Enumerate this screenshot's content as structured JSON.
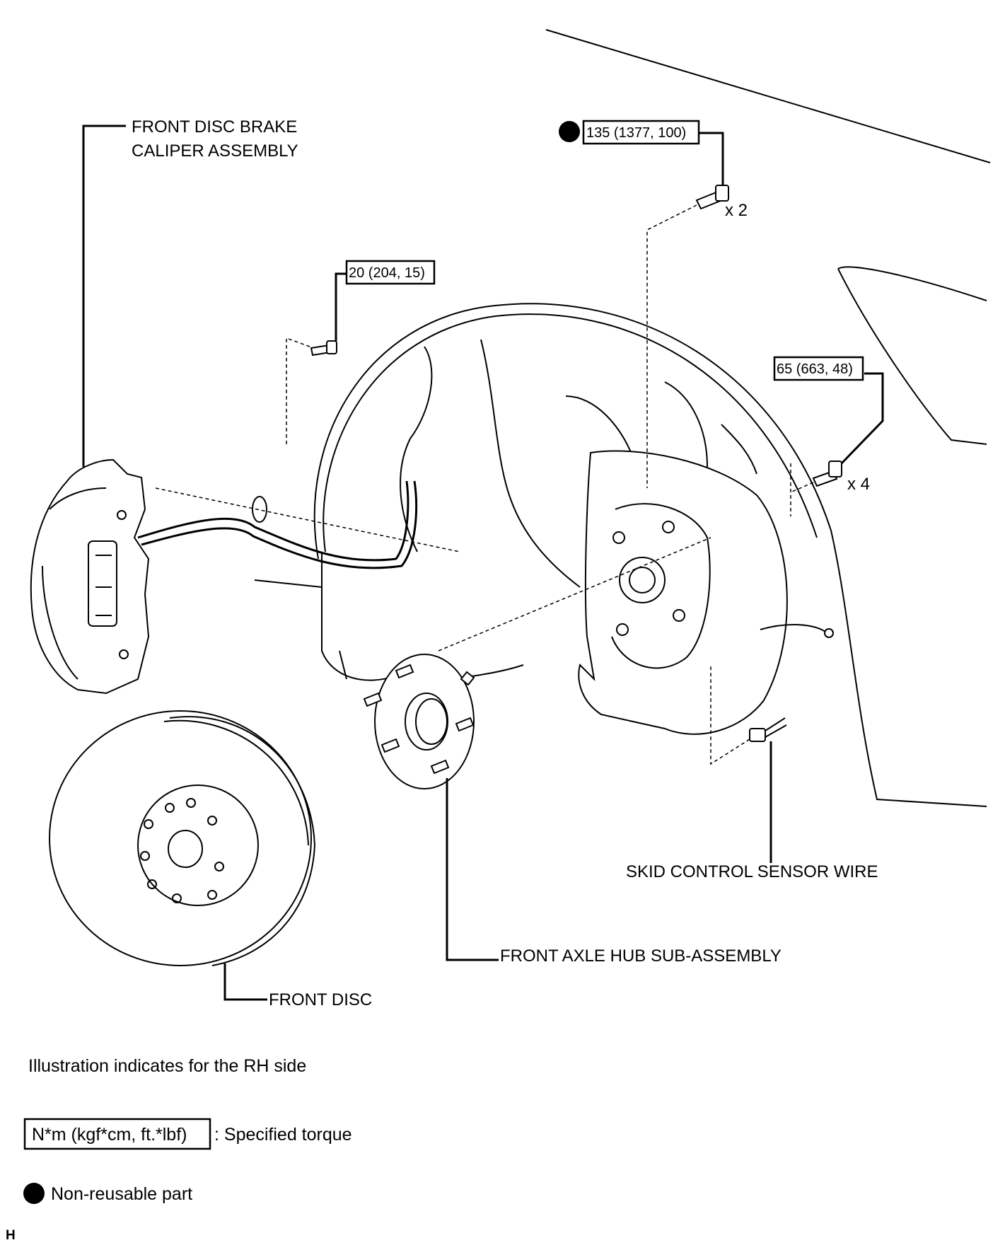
{
  "labels": {
    "caliper_line1": "FRONT DISC BRAKE",
    "caliper_line2": "CALIPER ASSEMBLY",
    "sensor_wire": "SKID CONTROL SENSOR WIRE",
    "axle_hub": "FRONT AXLE HUB SUB-ASSEMBLY",
    "front_disc": "FRONT DISC"
  },
  "torques": {
    "caliper_bolt": "135 (1377, 100)",
    "sensor_bolt": "20 (204, 15)",
    "hub_bolt": "65 (663, 48)"
  },
  "quantities": {
    "caliper_bolt_qty": "x 2",
    "hub_bolt_qty": "x 4"
  },
  "notes": {
    "rh_side": "Illustration indicates for the RH side",
    "torque_unit": "N*m (kgf*cm, ft.*lbf)",
    "torque_legend": ": Specified torque",
    "non_reusable": "Non-reusable part",
    "code": "H"
  }
}
